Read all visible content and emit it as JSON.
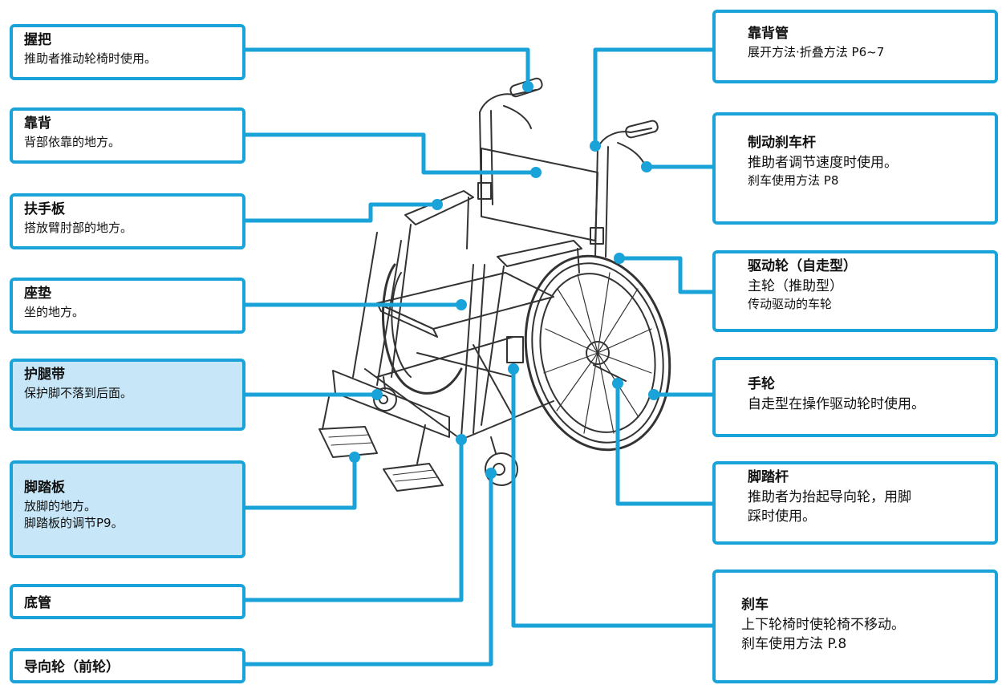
{
  "colors": {
    "accent": "#1aa3d9",
    "highlight_fill": "#c7e6f7",
    "linework": "#333333"
  },
  "labels": {
    "grip": {
      "title": "握把",
      "lines": [
        "推助者推动轮椅时使用。"
      ]
    },
    "backrest": {
      "title": "靠背",
      "lines": [
        "背部依靠的地方。"
      ]
    },
    "armrest": {
      "title": "扶手板",
      "lines": [
        "搭放臂肘部的地方。"
      ]
    },
    "seat": {
      "title": "座垫",
      "lines": [
        "坐的地方。"
      ]
    },
    "legstrap": {
      "title": "护腿带",
      "lines": [
        "保护脚不落到后面。"
      ]
    },
    "footplate": {
      "title": "脚踏板",
      "lines": [
        "放脚的地方。",
        "脚踏板的调节P9。"
      ]
    },
    "basetube": {
      "title": "底管",
      "lines": []
    },
    "caster": {
      "title": "导向轮（前轮）",
      "lines": []
    },
    "backpipe": {
      "title": "靠背管",
      "lines": [
        "展开方法·折叠方法  P6~7"
      ]
    },
    "brakelever": {
      "title": "制动刹车杆",
      "lines": [
        "推助者调节速度时使用。",
        "刹车使用方法  P8"
      ]
    },
    "drivewheel": {
      "title": "驱动轮（自走型）",
      "lines": [
        "主轮（推助型）",
        "传动驱动的车轮"
      ]
    },
    "handrim": {
      "title": "手轮",
      "lines": [
        "自走型在操作驱动轮时使用。"
      ]
    },
    "tippingbar": {
      "title": "脚踏杆",
      "lines": [
        "推助者为抬起导向轮，用脚",
        "踩时使用。"
      ]
    },
    "brake": {
      "title": "刹车",
      "lines": [
        "上下轮椅时使轮椅不移动。",
        "刹车使用方法    P.8"
      ]
    }
  }
}
